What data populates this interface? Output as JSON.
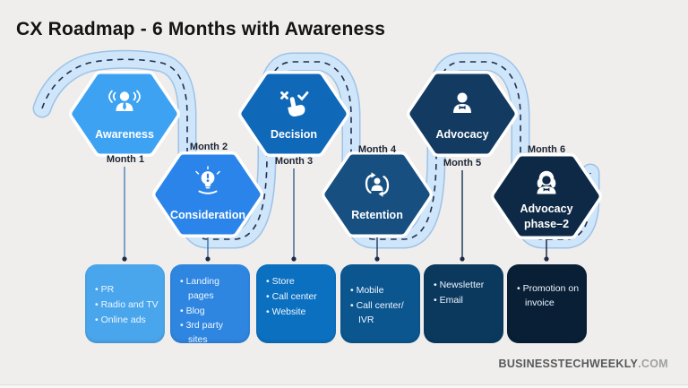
{
  "title": "CX Roadmap - 6 Months with Awareness",
  "page_bg": "#efeeec",
  "road": {
    "edge": "#9cc2e7",
    "surface": "#cfe5fa",
    "dash": "#20304d"
  },
  "dot_color": "#1e2c49",
  "month_color": "#1c2534",
  "brand": {
    "name": "BUSINESSTECHWEEKLY",
    "suffix": ".COM"
  },
  "stages": [
    {
      "name": "Awareness",
      "month": "Month 1",
      "hex_color": "#3ea2f3",
      "card_color": "#4aa6ec",
      "connector_color": "#4a7fb2",
      "icon": "announcer-icon",
      "items": [
        "PR",
        "Radio and TV",
        "Online ads"
      ]
    },
    {
      "name": "Consideration",
      "month": "Month 2",
      "hex_color": "#2b84e9",
      "card_color": "#2f86e1",
      "connector_color": "#2f6ca6",
      "icon": "idea-icon",
      "items": [
        "Landing pages",
        "Blog",
        "3rd party sites"
      ]
    },
    {
      "name": "Decision",
      "month": "Month 3",
      "hex_color": "#0f68b8",
      "card_color": "#0c70c0",
      "connector_color": "#39608f",
      "icon": "choice-hand-icon",
      "items": [
        "Store",
        "Call center",
        "Website"
      ]
    },
    {
      "name": "Retention",
      "month": "Month 4",
      "hex_color": "#174f80",
      "card_color": "#0c568f",
      "connector_color": "#1c3a5c",
      "icon": "retention-icon",
      "items": [
        "Mobile",
        "Call center/ IVR"
      ]
    },
    {
      "name": "Advocacy",
      "month": "Month 5",
      "hex_color": "#133a60",
      "card_color": "#0b395e",
      "connector_color": "#16304e",
      "icon": "advocate-icon",
      "items": [
        "Newsletter",
        "Email"
      ]
    },
    {
      "name": "Advocacy phase–2",
      "line1": "Advocacy",
      "line2": "phase–2",
      "month": "Month 6",
      "hex_color": "#0e2945",
      "card_color": "#091f36",
      "connector_color": "#101f38",
      "icon": "advocate-woman-icon",
      "items": [
        "Promotion on invoice"
      ]
    }
  ]
}
